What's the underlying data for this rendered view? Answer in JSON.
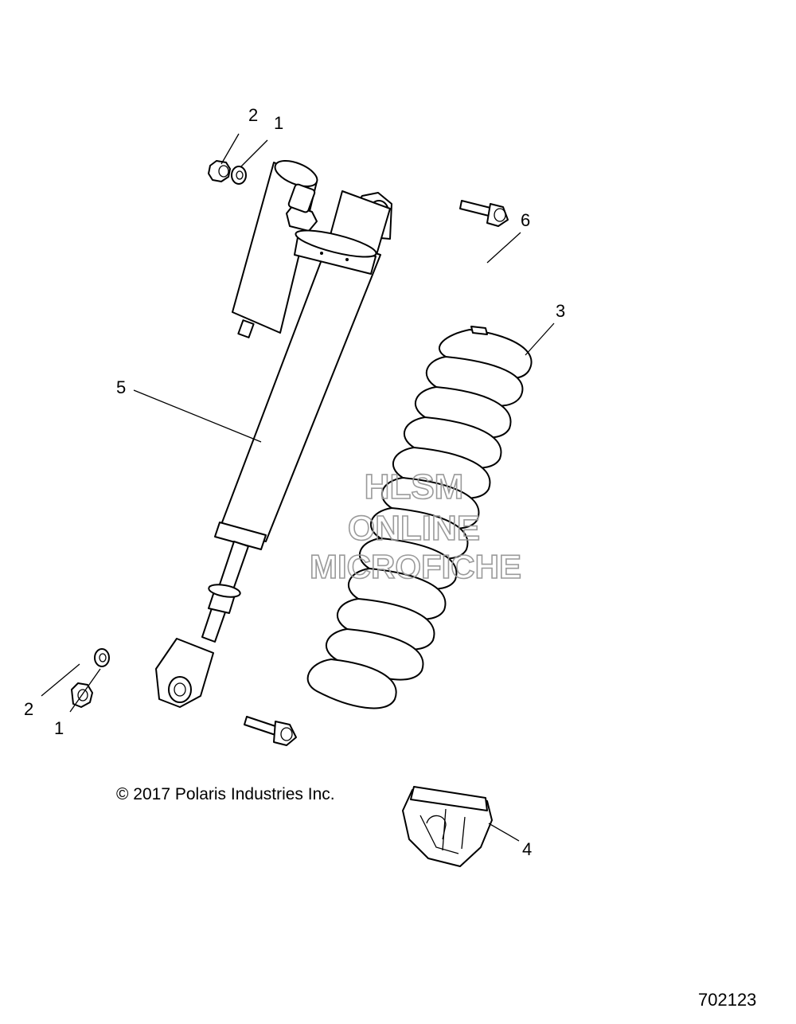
{
  "callouts": {
    "washer_top": "1",
    "nut_top": "2",
    "spring": "3",
    "bumper": "4",
    "shock": "5",
    "bolt_top": "6",
    "nut_bottom": "2",
    "washer_bottom": "1"
  },
  "copyright": "© 2017 Polaris Industries Inc.",
  "diagram_id": "702123",
  "watermark": {
    "line1": "HLSM",
    "line2": "ONLINE",
    "line3": "MICROFICHE",
    "color": "#9a9a9a"
  }
}
